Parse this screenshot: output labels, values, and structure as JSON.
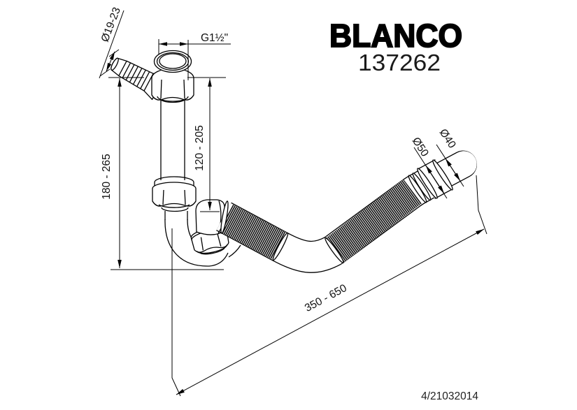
{
  "header": {
    "brand": "BLANCO",
    "product_number": "137262"
  },
  "footer": {
    "doc_number": "4/21032014"
  },
  "drawing": {
    "description": "technical dimension drawing of drain siphon with flexible hose",
    "dimensions": {
      "barb_outer_diameter": "Ø19-23",
      "thread_size": "G1½\"",
      "inlet_depth_range": "120 - 205",
      "overall_height_range": "180 - 265",
      "hose_diameter": "Ø50",
      "outlet_diameter": "Ø40",
      "hose_length_range": "350 - 650"
    }
  }
}
